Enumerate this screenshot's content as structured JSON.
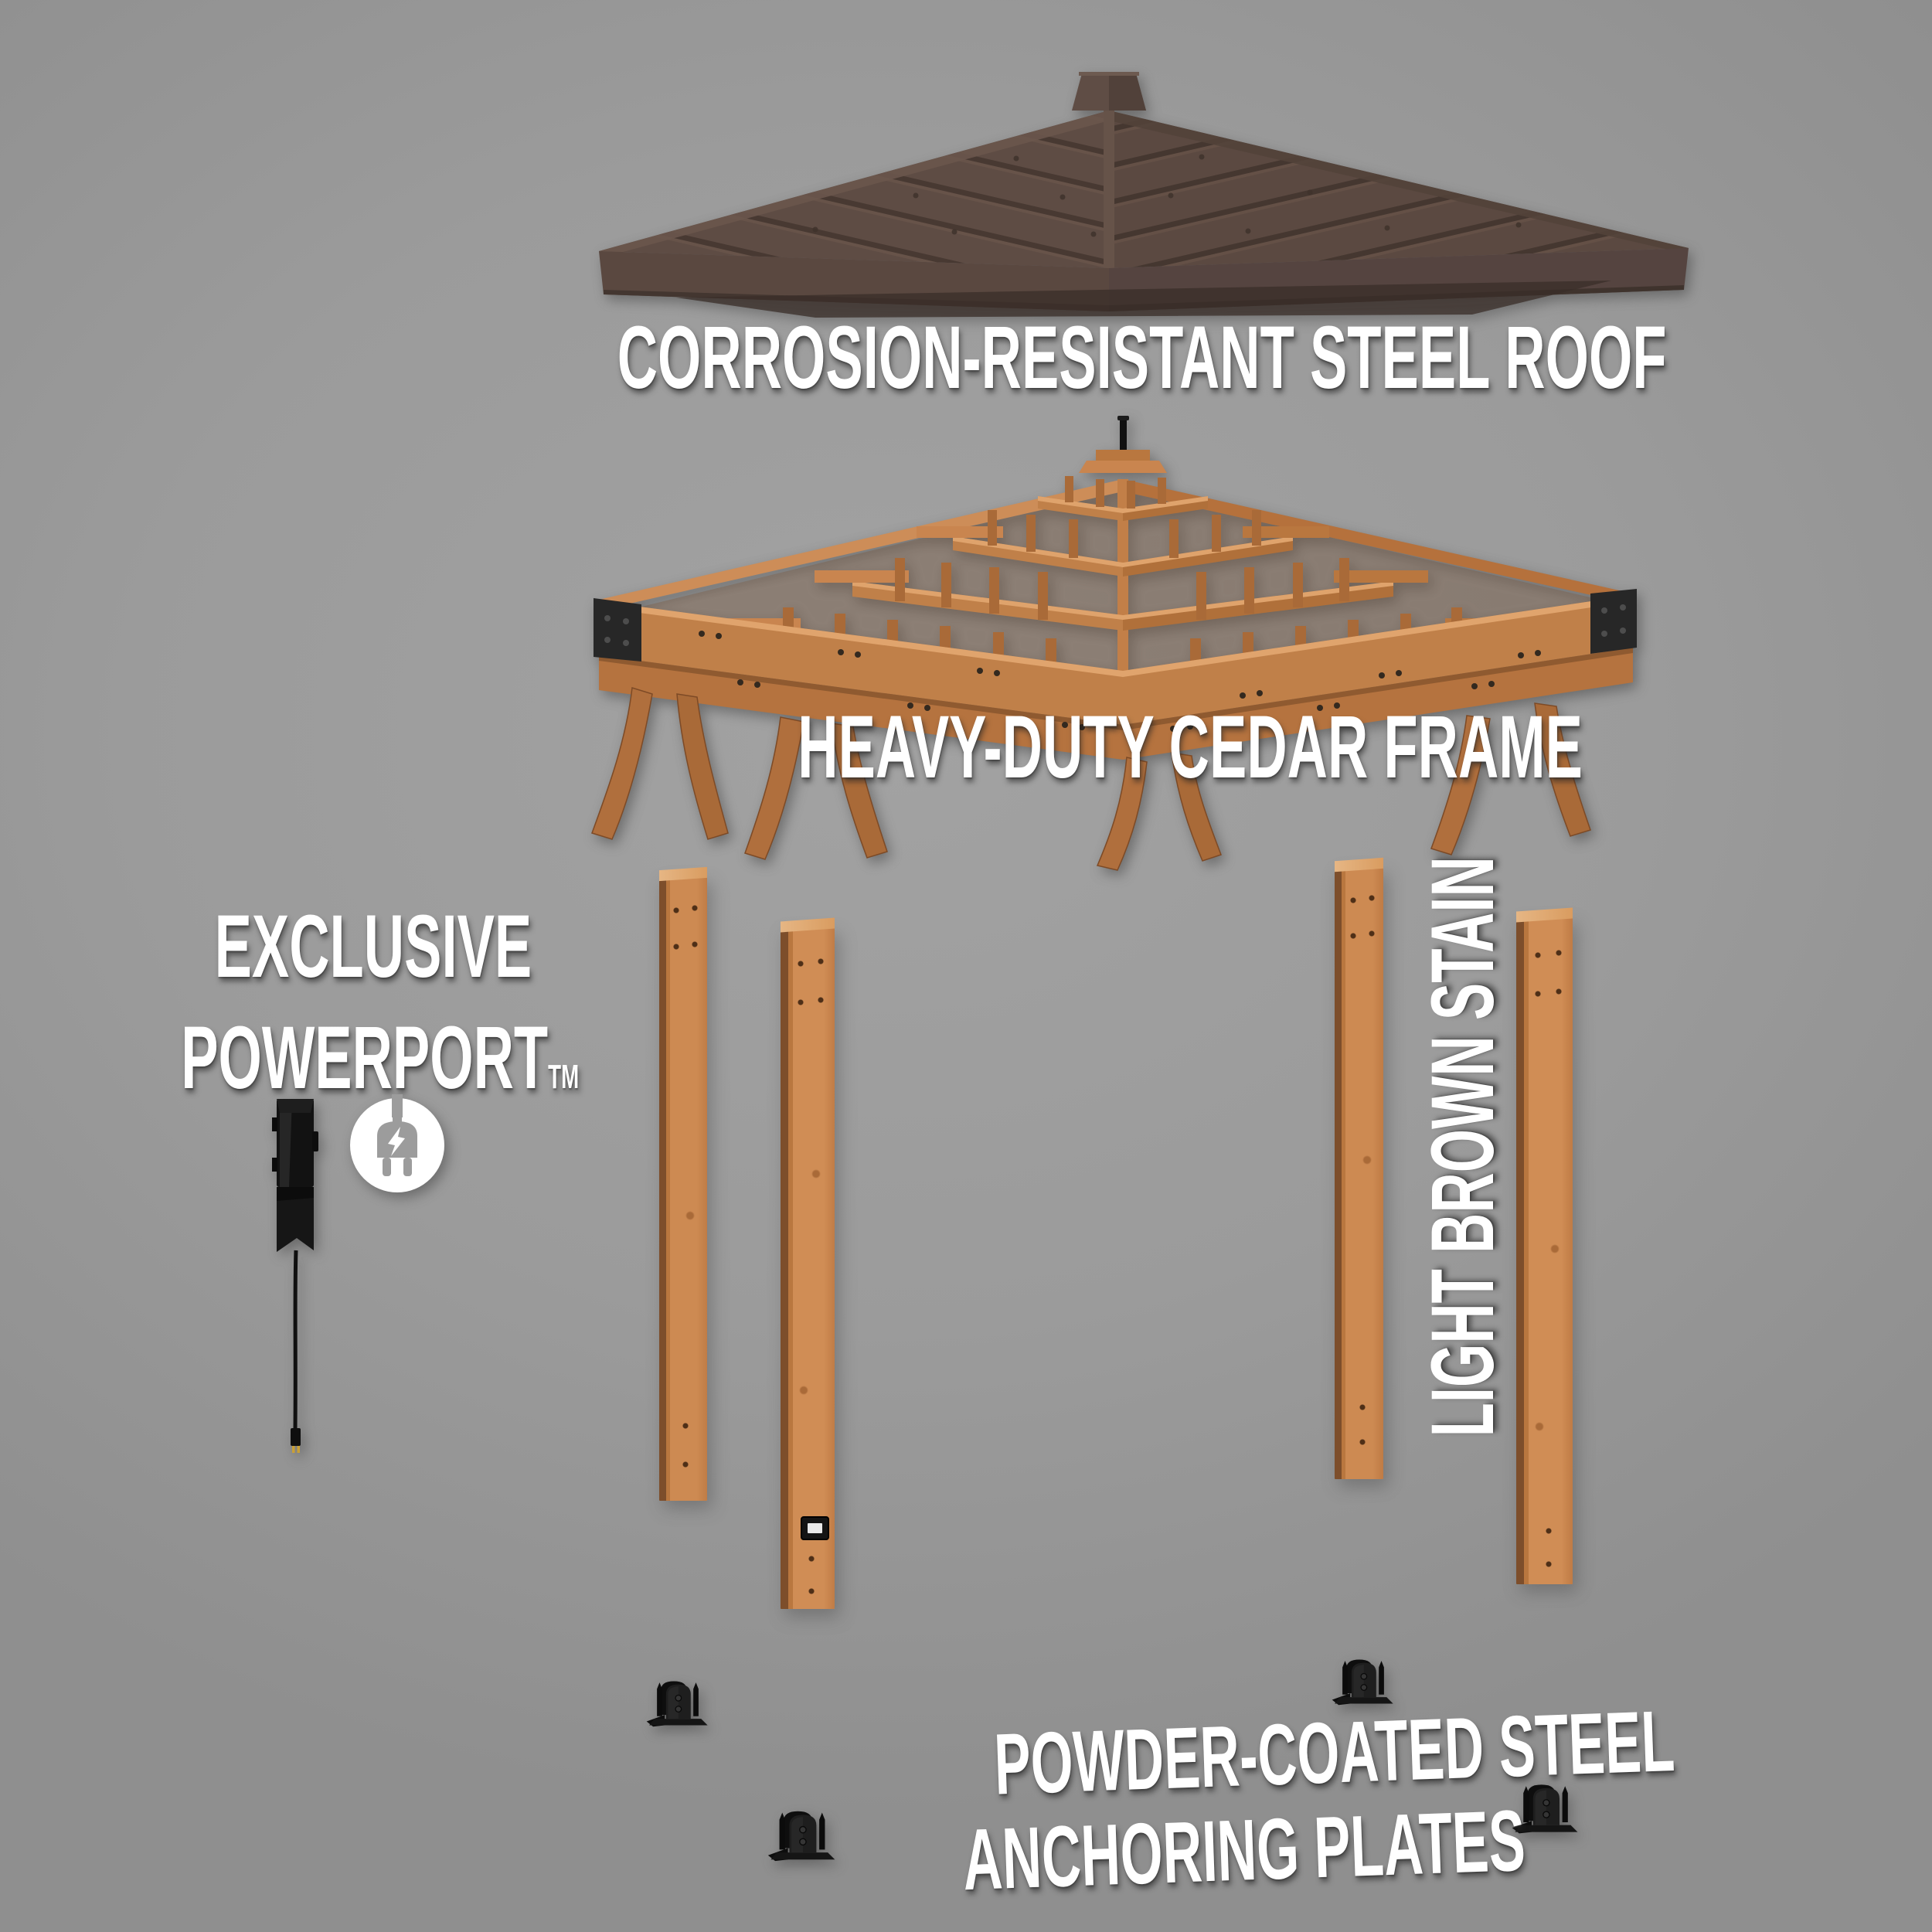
{
  "scene": {
    "background_color": "#9b9b9b",
    "text_color": "#ffffff",
    "description_type": "exploded-parts-diagram"
  },
  "labels": {
    "roof": "CORROSION-RESISTANT STEEL ROOF",
    "frame": "HEAVY-DUTY CEDAR FRAME",
    "powerport_line1": "EXCLUSIVE",
    "powerport_line2": "POWERPORT",
    "powerport_tm": "TM",
    "stain": "LIGHT BROWN STAIN",
    "anchor_line1": "POWDER-COATED STEEL",
    "anchor_line2": "ANCHORING PLATES"
  },
  "colors": {
    "roof_brown": "#5e4c44",
    "roof_rib_dark": "#483932",
    "roof_fascia": "#59463e",
    "wood_face": "#c8834e",
    "wood_light": "#dfa36c",
    "wood_dark": "#8a5530",
    "steel_black": "#141414",
    "icon_white": "#ffffff"
  },
  "icons": {
    "powerport_badge": "power-plug-lightning-icon",
    "powerport_device": "powerport-strip-with-cord-icon",
    "post_outlet": "powerport-outlet-icon",
    "anchor_plate": "post-anchor-plate-icon"
  }
}
